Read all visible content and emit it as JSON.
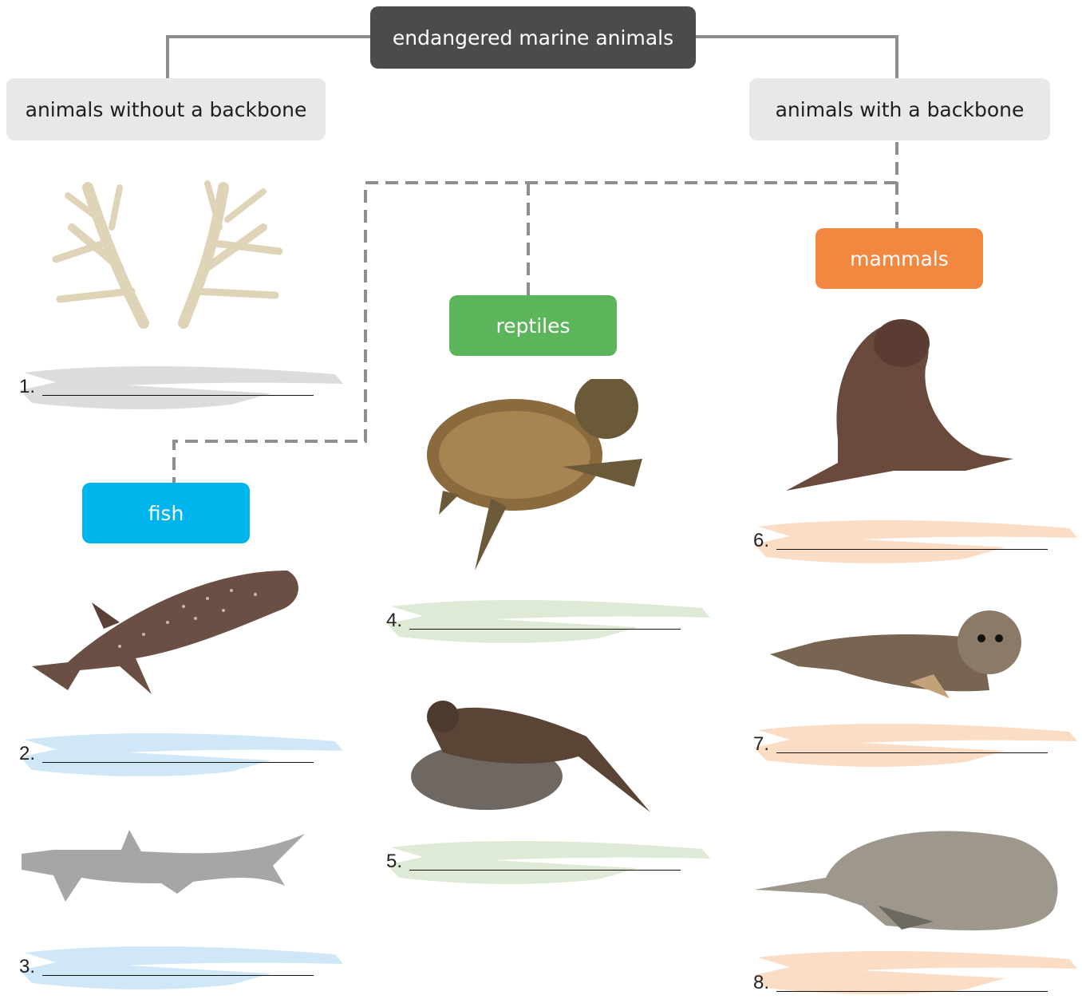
{
  "root": {
    "label": "endangered marine animals"
  },
  "categories": {
    "invertebrates": {
      "label": "animals without a backbone"
    },
    "vertebrates": {
      "label": "animals with a backbone"
    }
  },
  "groups": {
    "reptiles": {
      "label": "reptiles",
      "color": "#5cb55b"
    },
    "fish": {
      "label": "fish",
      "color": "#00b5ec"
    },
    "mammals": {
      "label": "mammals",
      "color": "#f2873f"
    }
  },
  "answers": [
    {
      "number": "1.",
      "animal": "coral-icon"
    },
    {
      "number": "2.",
      "animal": "whale-shark-icon"
    },
    {
      "number": "3.",
      "animal": "hammerhead-shark-icon"
    },
    {
      "number": "4.",
      "animal": "sea-turtle-icon"
    },
    {
      "number": "5.",
      "animal": "marine-iguana-icon"
    },
    {
      "number": "6.",
      "animal": "sea-lion-icon"
    },
    {
      "number": "7.",
      "animal": "seal-icon"
    },
    {
      "number": "8.",
      "animal": "manatee-icon"
    }
  ],
  "colors": {
    "connector": "#8e8e8e",
    "invertebrate_brush": "#dcdcdc",
    "fish_brush": "#cfe7f6",
    "reptile_brush": "#dfead6",
    "mammal_brush": "#fbdcc5"
  }
}
